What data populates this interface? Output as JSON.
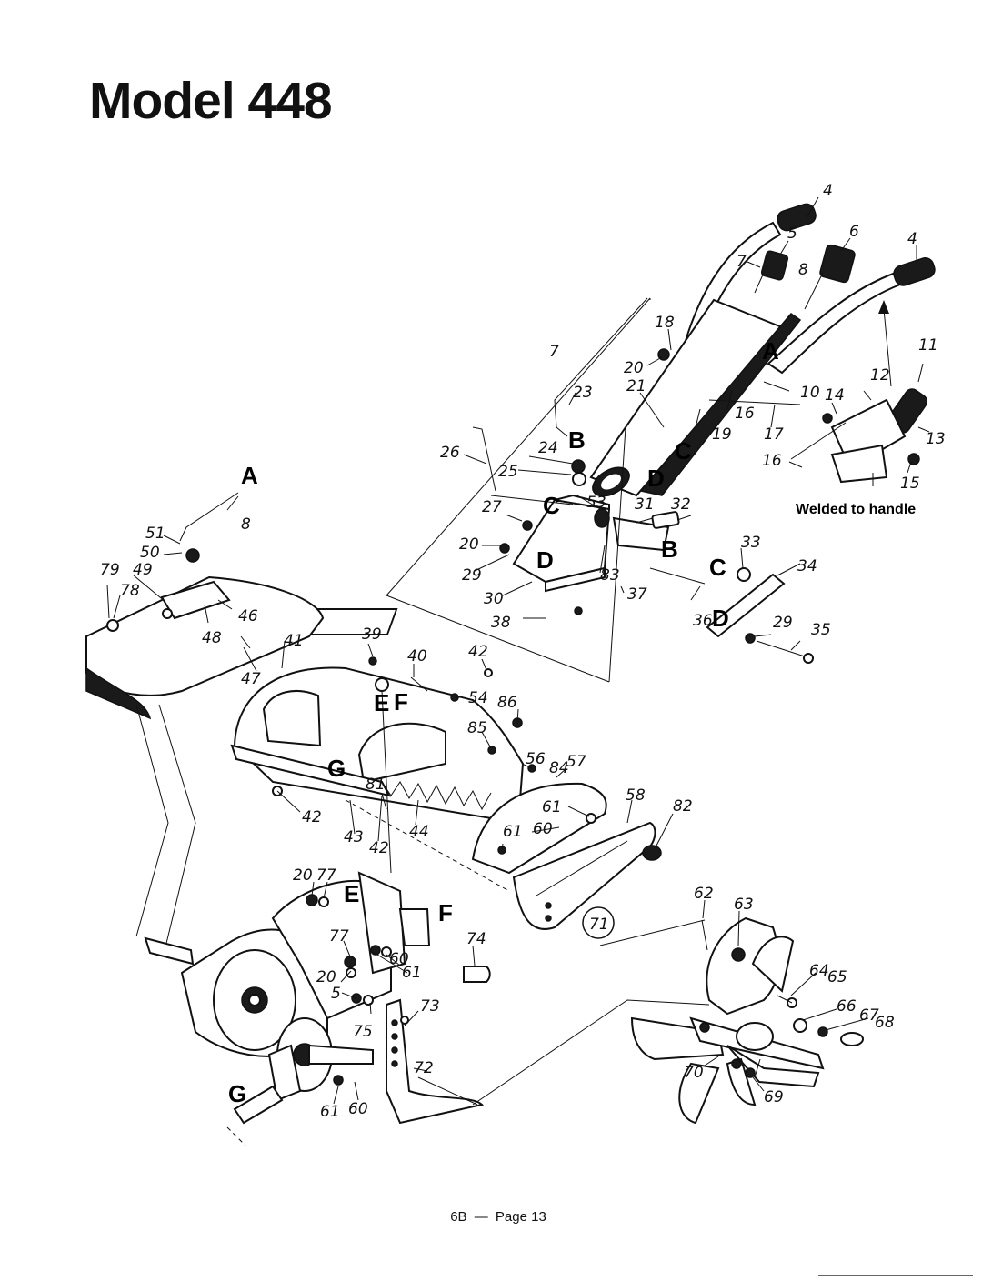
{
  "page": {
    "title": "Model 448",
    "footer_code": "6B",
    "footer_sep": "—",
    "footer_page": "Page 13"
  },
  "diagram": {
    "note": "Welded to handle",
    "letters": {
      "a": "A",
      "b": "B",
      "c": "C",
      "d": "D",
      "e": "E",
      "f": "F",
      "g": "G"
    },
    "callouts": {
      "c4a": "4",
      "c4b": "4",
      "c5a": "5",
      "c5b": "5",
      "c6": "6",
      "c7a": "7",
      "c7b": "7",
      "c8a": "8",
      "c8b": "8",
      "c10": "10",
      "c11": "11",
      "c12": "12",
      "c13": "13",
      "c14": "14",
      "c15": "15",
      "c16a": "16",
      "c16b": "16",
      "c17": "17",
      "c18": "18",
      "c19": "19",
      "c20a": "20",
      "c20b": "20",
      "c20c": "20",
      "c20d": "20",
      "c21": "21",
      "c23": "23",
      "c24": "24",
      "c25": "25",
      "c26": "26",
      "c27": "27",
      "c29a": "29",
      "c29b": "29",
      "c30": "30",
      "c31": "31",
      "c32": "32",
      "c33": "33",
      "c34": "34",
      "c35": "35",
      "c36": "36",
      "c37": "37",
      "c38": "38",
      "c39": "39",
      "c40": "40",
      "c41": "41",
      "c42a": "42",
      "c42b": "42",
      "c42c": "42",
      "c43": "43",
      "c44": "44",
      "c46": "46",
      "c47": "47",
      "c48": "48",
      "c49": "49",
      "c50": "50",
      "c51": "51",
      "c53": "53",
      "c54": "54",
      "c56": "56",
      "c57": "57",
      "c58": "58",
      "c60a": "60",
      "c60b": "60",
      "c60c": "60",
      "c61a": "61",
      "c61b": "61",
      "c61c": "61",
      "c61d": "61",
      "c62": "62",
      "c63": "63",
      "c64": "64",
      "c65": "65",
      "c66": "66",
      "c67": "67",
      "c68": "68",
      "c69": "69",
      "c70": "70",
      "c71": "71",
      "c72": "72",
      "c73": "73",
      "c74": "74",
      "c75": "75",
      "c77a": "77",
      "c77b": "77",
      "c78": "78",
      "c79": "79",
      "c81": "81",
      "c82": "82",
      "c83": "83",
      "c84": "84",
      "c85": "85",
      "c86": "86"
    }
  }
}
